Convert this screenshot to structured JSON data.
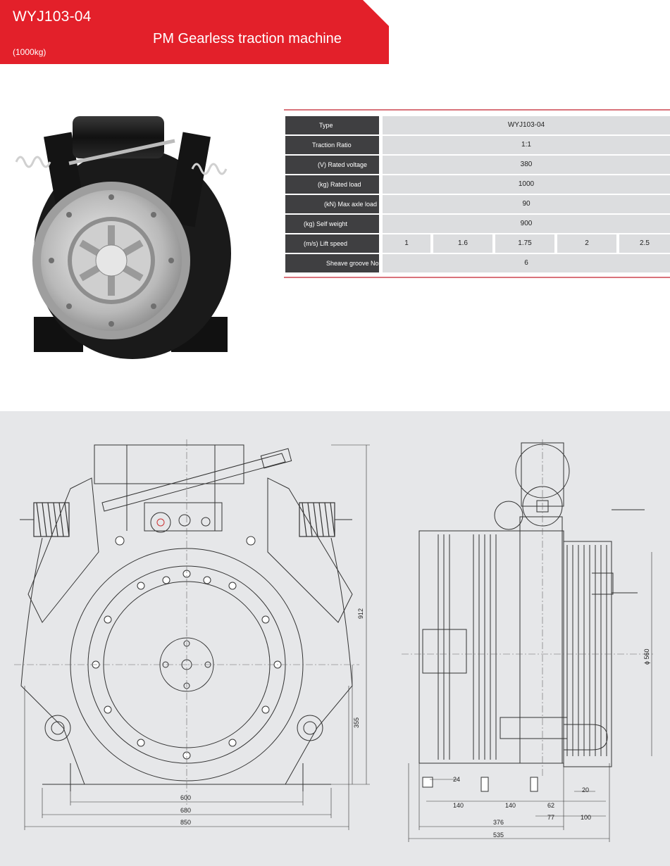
{
  "header": {
    "model": "WYJ103-04",
    "subtitle": "PM Gearless traction machine",
    "capacity": "(1000kg)",
    "color": "#e3202a"
  },
  "specs": {
    "type": {
      "label": "Type",
      "value": "WYJ103-04"
    },
    "traction_ratio": {
      "label": "Traction Ratio",
      "value": "1:1"
    },
    "rated_voltage": {
      "label": "(V) Rated voltage",
      "value": "380"
    },
    "rated_load": {
      "label": "(kg) Rated load",
      "value": "1000"
    },
    "max_axle_load": {
      "label": "(kN) Max axle load",
      "value": "90"
    },
    "self_weight": {
      "label": "(kg) Self weight",
      "value": "900"
    },
    "lift_speed": {
      "label": "(m/s) Lift speed",
      "values": [
        "1",
        "1.6",
        "1.75",
        "2",
        "2.5"
      ]
    },
    "sheave_groove": {
      "label": "Sheave groove No",
      "value": "6"
    }
  },
  "drawing": {
    "front": {
      "h912": "912",
      "h355": "355",
      "w600": "600",
      "w680": "680",
      "w850": "850"
    },
    "side": {
      "d24": "24",
      "d140a": "140",
      "d140b": "140",
      "d62": "62",
      "d20": "20",
      "d77": "77",
      "d100": "100",
      "d376": "376",
      "d535": "535",
      "dia560": "ϕ 560"
    }
  }
}
